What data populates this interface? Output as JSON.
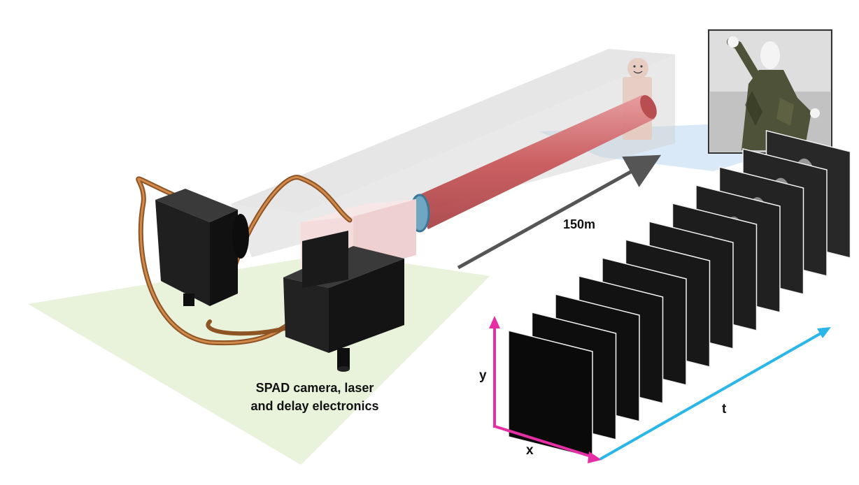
{
  "labels": {
    "caption_line1": "SPAD camera, laser",
    "caption_line2": "and delay electronics",
    "distance": "150m",
    "x_axis": "x",
    "y_axis": "y",
    "t_axis": "t"
  },
  "colors": {
    "floor": "#e9f3dc",
    "target_floor": "#d6e7f6",
    "beam": "#c9595c",
    "corridor": "#d6d6d6",
    "device": "#1a1a1a",
    "cable": "#b06a2c",
    "laser_housing": "#f4dcdc",
    "arrow": "#555555",
    "axis_xy": "#e62fa5",
    "axis_t": "#29b6e8"
  },
  "frames": {
    "count": 12
  }
}
